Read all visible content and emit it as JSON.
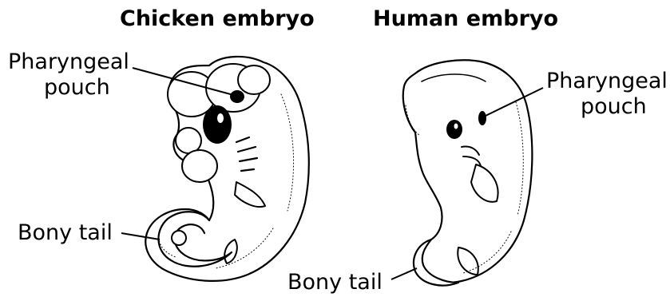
{
  "figure": {
    "panels": [
      {
        "title": "Chicken embryo",
        "labels": {
          "pouch_line1": "Pharyngeal",
          "pouch_line2": "pouch",
          "tail": "Bony tail"
        }
      },
      {
        "title": "Human embryo",
        "labels": {
          "pouch_line1": "Pharyngeal",
          "pouch_line2": "pouch",
          "tail": "Bony tail"
        }
      }
    ]
  },
  "colors": {
    "ink": "#000000",
    "background": "#ffffff"
  }
}
